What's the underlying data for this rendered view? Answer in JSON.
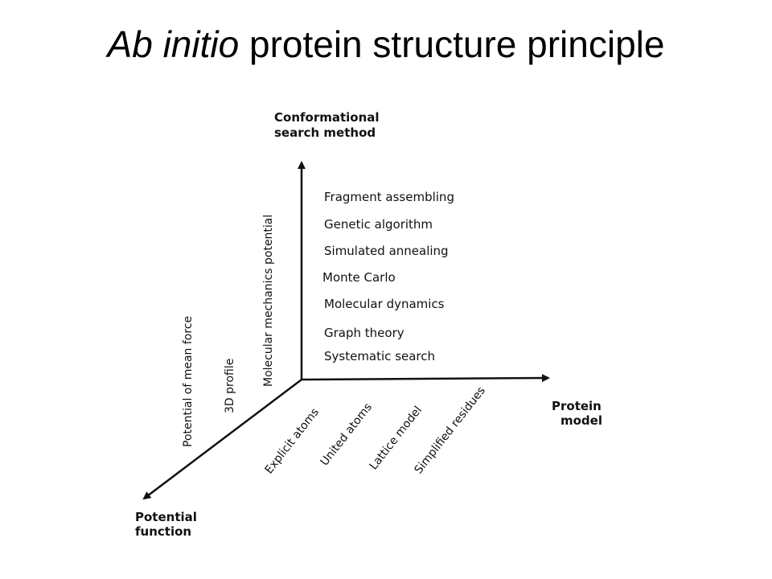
{
  "title": {
    "italic_part": "Ab initio",
    "rest": " protein structure principle"
  },
  "axes": {
    "vertical": {
      "line1": "Conformational",
      "line2": "search method"
    },
    "horizontal": {
      "line1": "Protein",
      "line2": "model"
    },
    "diagonal": {
      "line1": "Potential",
      "line2": "function"
    }
  },
  "search_methods": [
    "Fragment assembling",
    "Genetic algorithm",
    "Simulated annealing",
    "Monte Carlo",
    "Molecular dynamics",
    "Graph theory",
    "Systematic search"
  ],
  "protein_models": [
    "Explicit atoms",
    "United atoms",
    "Lattice model",
    "Simplified residues"
  ],
  "potential_functions": [
    "Potential of mean force",
    "3D profile",
    "Molecular mechanics potential"
  ]
}
